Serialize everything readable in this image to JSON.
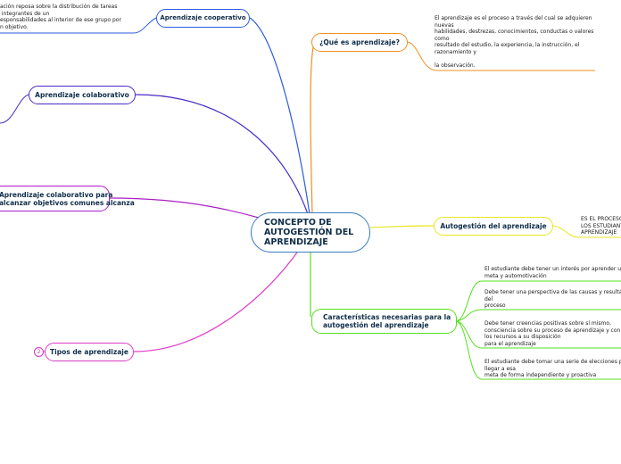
{
  "central": {
    "label": "CONCEPTO DE AUTOGESTIÓN DEL APRENDIZAJE",
    "color": "#3c7cc0"
  },
  "branches": {
    "que_es": {
      "label": "¿Qué es aprendizaje?",
      "color": "#f0901e",
      "note": "El aprendizaje es el proceso a través del cual se adquieren nuevas\nhabilidades, destrezas, conocimientos, conductas o valores como\nresultado del estudio, la experiencia, la instrucción, el razonamiento y\n\nla observación."
    },
    "autogestion": {
      "label": "Autogestión del aprendizaje",
      "color": "#e6e620",
      "note": "ES EL PROCESO\nLOS ESTUDIANT\nAPRENDIZAJE"
    },
    "caracteristicas": {
      "label": "Características necesarias para la autogestión del aprendizaje",
      "color": "#55e01e",
      "items": [
        "El estudiante debe tener un interés por aprender u\nmeta y automotivación",
        "Debe tener una perspectiva de las causas y resulta\ndel\nproceso",
        "Debe tener creencias positivas sobre sí mismo,\nconsciencia sobre su proceso de aprendizaje y con\nlos recursos a su disposición\npara el aprendizaje",
        "El estudiante debe tomar una serie de elecciones p\nllegar a esa\nmeta de forma independiente y proactiva"
      ]
    },
    "tipos": {
      "label": "Tipos de aprendizaje",
      "color": "#e03cc8",
      "badge": "2"
    },
    "colaborativo_objetivos": {
      "label": "Aprendizaje colaborativo para\nalcanzar objetivos comunes alcanza",
      "color": "#a820c4"
    },
    "colaborativo": {
      "label": "Aprendizaje colaborativo",
      "color": "#4a2ac8"
    },
    "cooperativo": {
      "label": "Aprendizaje cooperativo",
      "color": "#2a5ae0",
      "note": "ación reposa sobre la distribución de tareas\n integrantes de un\nesponsabilidades al interior de ese grupo por\nn objetivo."
    }
  }
}
